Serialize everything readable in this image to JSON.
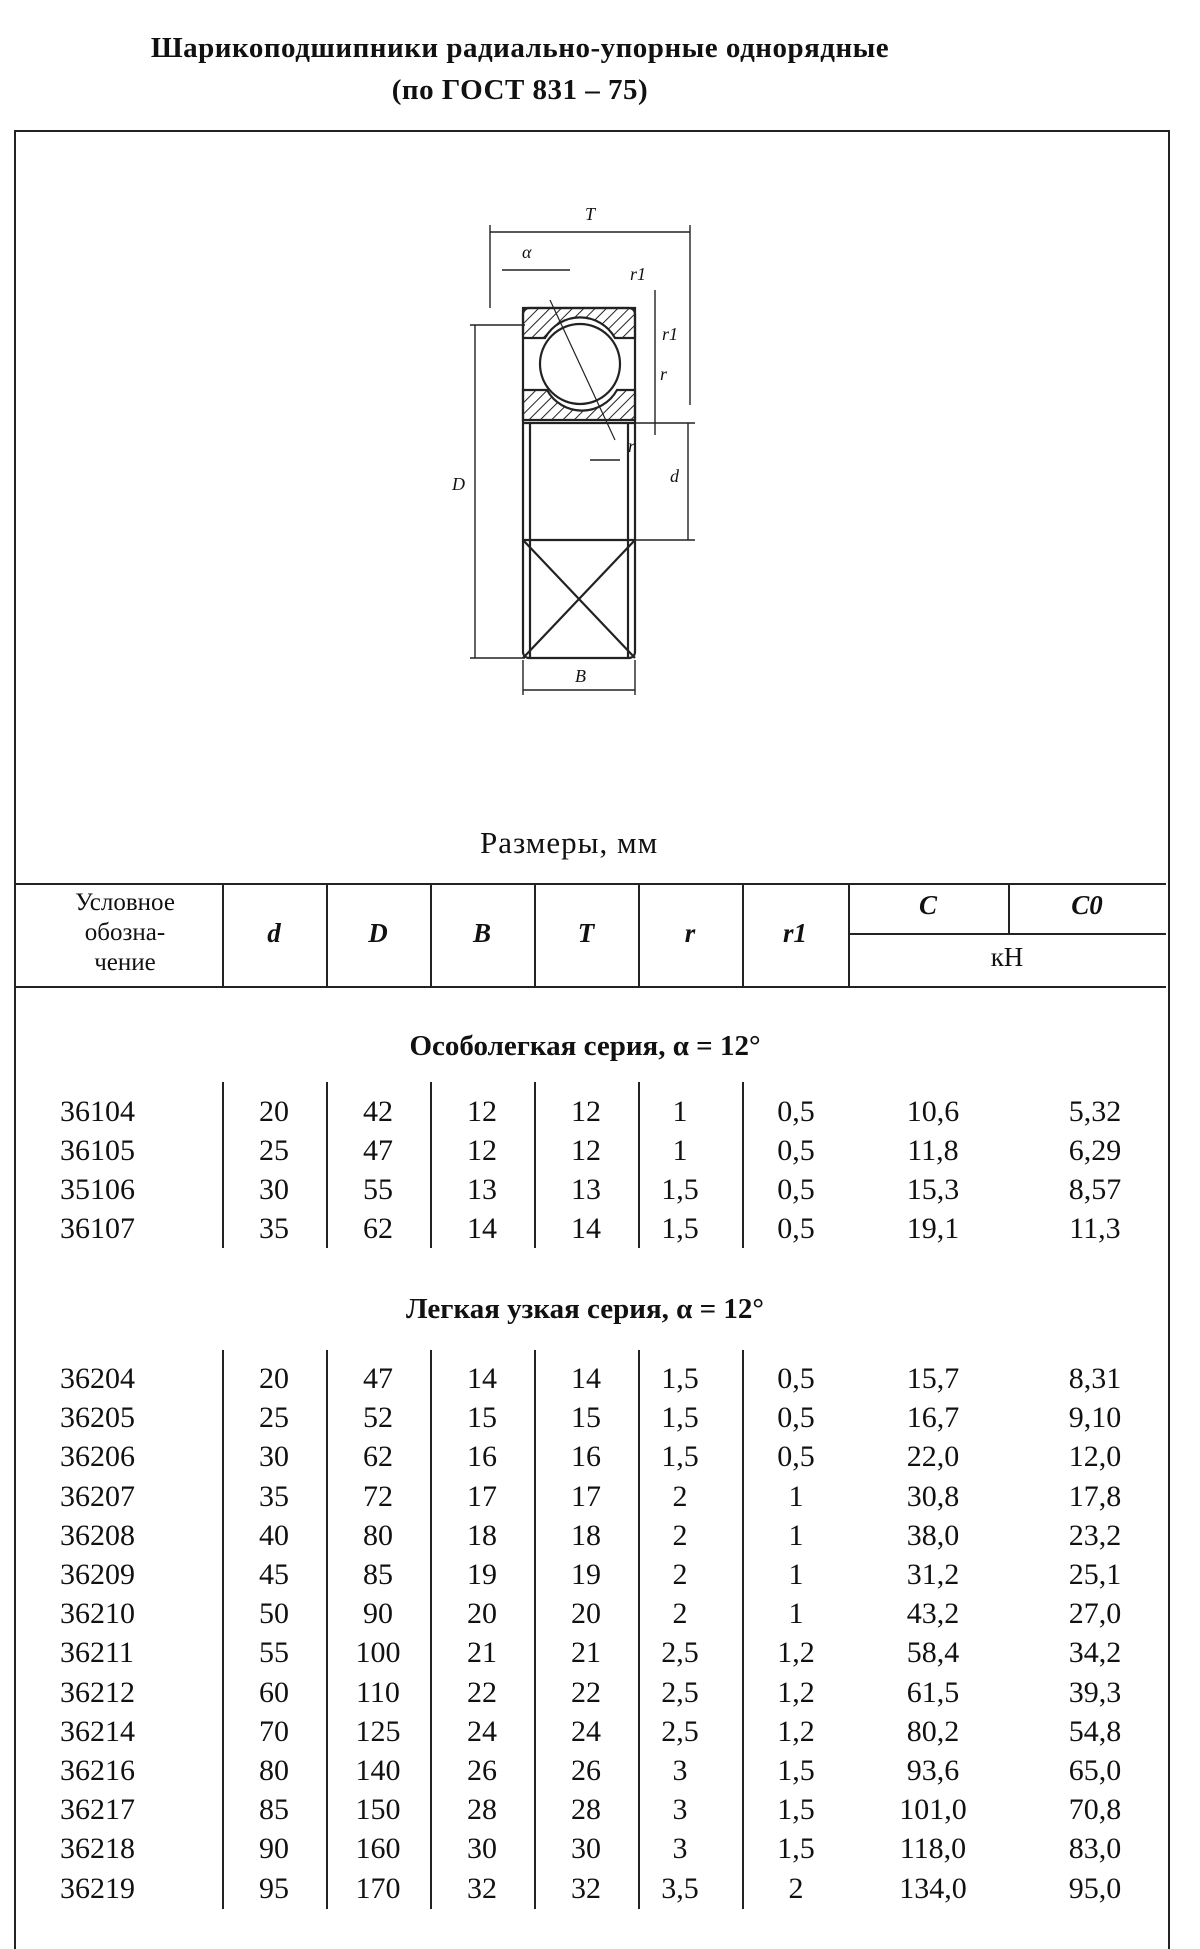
{
  "title": {
    "line1": "Шарикоподшипники радиально-упорные однорядные",
    "line2": "(по ГОСТ 831 – 75)"
  },
  "drawing": {
    "labels": {
      "T": "T",
      "alpha": "α",
      "r1_top": "r1",
      "r1_side": "r1",
      "r_side": "r",
      "r_inner": "r",
      "D": "D",
      "d": "d",
      "B": "B"
    }
  },
  "sizes_caption": "Размеры, мм",
  "table": {
    "headers": {
      "designation": [
        "Условное",
        "обозна-",
        "чение"
      ],
      "d": "d",
      "D": "D",
      "B": "B",
      "T": "T",
      "r": "r",
      "r1": "r1",
      "C": "C",
      "C0": "C0",
      "unit": "кН"
    },
    "series": [
      {
        "title": "Особолегкая серия, α = 12°",
        "rows": [
          [
            "36104",
            "20",
            "42",
            "12",
            "12",
            "1",
            "0,5",
            "10,6",
            "5,32"
          ],
          [
            "36105",
            "25",
            "47",
            "12",
            "12",
            "1",
            "0,5",
            "11,8",
            "6,29"
          ],
          [
            "35106",
            "30",
            "55",
            "13",
            "13",
            "1,5",
            "0,5",
            "15,3",
            "8,57"
          ],
          [
            "36107",
            "35",
            "62",
            "14",
            "14",
            "1,5",
            "0,5",
            "19,1",
            "11,3"
          ]
        ]
      },
      {
        "title": "Легкая узкая серия, α = 12°",
        "rows": [
          [
            "36204",
            "20",
            "47",
            "14",
            "14",
            "1,5",
            "0,5",
            "15,7",
            "8,31"
          ],
          [
            "36205",
            "25",
            "52",
            "15",
            "15",
            "1,5",
            "0,5",
            "16,7",
            "9,10"
          ],
          [
            "36206",
            "30",
            "62",
            "16",
            "16",
            "1,5",
            "0,5",
            "22,0",
            "12,0"
          ],
          [
            "36207",
            "35",
            "72",
            "17",
            "17",
            "2",
            "1",
            "30,8",
            "17,8"
          ],
          [
            "36208",
            "40",
            "80",
            "18",
            "18",
            "2",
            "1",
            "38,0",
            "23,2"
          ],
          [
            "36209",
            "45",
            "85",
            "19",
            "19",
            "2",
            "1",
            "31,2",
            "25,1"
          ],
          [
            "36210",
            "50",
            "90",
            "20",
            "20",
            "2",
            "1",
            "43,2",
            "27,0"
          ],
          [
            "36211",
            "55",
            "100",
            "21",
            "21",
            "2,5",
            "1,2",
            "58,4",
            "34,2"
          ],
          [
            "36212",
            "60",
            "110",
            "22",
            "22",
            "2,5",
            "1,2",
            "61,5",
            "39,3"
          ],
          [
            "36214",
            "70",
            "125",
            "24",
            "24",
            "2,5",
            "1,2",
            "80,2",
            "54,8"
          ],
          [
            "36216",
            "80",
            "140",
            "26",
            "26",
            "3",
            "1,5",
            "93,6",
            "65,0"
          ],
          [
            "36217",
            "85",
            "150",
            "28",
            "28",
            "3",
            "1,5",
            "101,0",
            "70,8"
          ],
          [
            "36218",
            "90",
            "160",
            "30",
            "30",
            "3",
            "1,5",
            "118,0",
            "83,0"
          ],
          [
            "36219",
            "95",
            "170",
            "32",
            "32",
            "3,5",
            "2",
            "134,0",
            "95,0"
          ]
        ]
      }
    ]
  }
}
